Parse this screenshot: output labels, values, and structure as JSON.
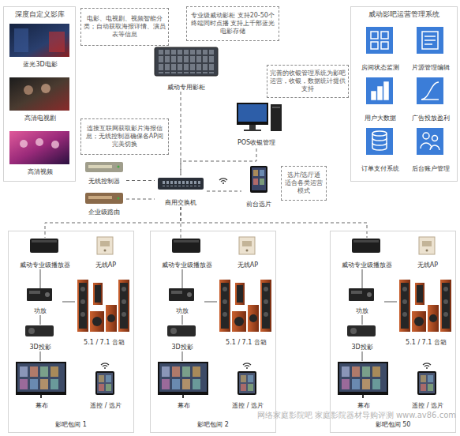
{
  "diagram": {
    "nodes": [
      {
        "text": [
          "深度自定义影库"
        ]
      },
      {
        "text": [
          "蓝光3D电影"
        ],
        "in": 0
      },
      {
        "text": [
          "高清电视剧"
        ],
        "in": 0
      },
      {
        "text": [
          "高清视频"
        ],
        "in": 0
      },
      {
        "text": [
          "电影、电视剧、视频智能分类；自动获取海报详情、演员表等信息"
        ]
      },
      {
        "text": [
          "专业级威动影柜 支持20-50个终端同时点播 支持上千部蓝光电影存储"
        ]
      },
      {
        "text": [
          "威动专用影柜"
        ]
      },
      {
        "text": [
          "完善的收银管理系统为影吧运营，收银，数据统计提供支持"
        ]
      },
      {
        "text": [
          "POS收银管理"
        ]
      },
      {
        "text": [
          "威动影吧运营管理系统"
        ]
      },
      {
        "text": [
          "房间状态监测"
        ],
        "in": 9
      },
      {
        "text": [
          "片源管理编辑"
        ],
        "in": 9
      },
      {
        "text": [
          "用户大数据"
        ],
        "in": 9
      },
      {
        "text": [
          "广告投放盈利"
        ],
        "in": 9
      },
      {
        "text": [
          "订单支付系统"
        ],
        "in": 9
      },
      {
        "text": [
          "后台账户管理"
        ],
        "in": 9
      },
      {
        "text": [
          "连接互联网获取影片海报信息；无线控制器确保各AP间完美切换"
        ]
      },
      {
        "text": [
          "无线控制器"
        ]
      },
      {
        "text": [
          "企业级路由"
        ]
      },
      {
        "text": [
          "商用交换机"
        ]
      },
      {
        "text": [
          "前台选片"
        ]
      },
      {
        "text": [
          "选片/选厅通适合各类运营模式"
        ]
      },
      {
        "text": [
          "影吧包间 1"
        ]
      },
      {
        "text": [
          "威动专业级播放器"
        ],
        "in": 22
      },
      {
        "text": [
          "无线AP"
        ],
        "in": 22
      },
      {
        "text": [
          "功放"
        ],
        "in": 22
      },
      {
        "text": [
          "5.1 / 7.1 音箱"
        ],
        "in": 22
      },
      {
        "text": [
          "3D投影"
        ],
        "in": 22
      },
      {
        "text": [
          "幕布"
        ],
        "in": 22
      },
      {
        "text": [
          "遥控 / 选片"
        ],
        "in": 22
      },
      {
        "text": [
          "影吧包间 2"
        ]
      },
      {
        "text": [
          "威动专业级播放器"
        ],
        "in": 30
      },
      {
        "text": [
          "无线AP"
        ],
        "in": 30
      },
      {
        "text": [
          "功放"
        ],
        "in": 30
      },
      {
        "text": [
          "5.1 / 7.1 音箱"
        ],
        "in": 30
      },
      {
        "text": [
          "3D投影"
        ],
        "in": 30
      },
      {
        "text": [
          "幕布"
        ],
        "in": 30
      },
      {
        "text": [
          "遥控 / 选片"
        ],
        "in": 30
      },
      {
        "text": [
          "影吧包间 50"
        ]
      },
      {
        "text": [
          "威动专业级播放器"
        ],
        "in": 38
      },
      {
        "text": [
          "无线AP"
        ],
        "in": 38
      },
      {
        "text": [
          "功放"
        ],
        "in": 38
      },
      {
        "text": [
          "5.1 / 7.1 音箱"
        ],
        "in": 38
      },
      {
        "text": [
          "3D投影"
        ],
        "in": 38
      },
      {
        "text": [
          "幕布"
        ],
        "in": 38
      },
      {
        "text": [
          "遥控 / 选片"
        ],
        "in": 38
      }
    ],
    "edges": [
      {
        "from": 6,
        "to": 19,
        "arrow": "none"
      },
      {
        "from": 17,
        "to": 19,
        "arrow": "none"
      },
      {
        "from": 18,
        "to": 19,
        "arrow": "none"
      },
      {
        "from": 19,
        "to": 8,
        "arrow": "none"
      },
      {
        "from": 19,
        "to": 20,
        "arrow": "none"
      },
      {
        "from": 19,
        "to": 23,
        "arrow": "none"
      },
      {
        "from": 19,
        "to": 31,
        "arrow": "none"
      },
      {
        "from": 19,
        "to": 39,
        "arrow": "none"
      },
      {
        "from": 23,
        "to": 25,
        "arrow": "none"
      },
      {
        "from": 25,
        "to": 26,
        "arrow": "none"
      },
      {
        "from": 25,
        "to": 27,
        "arrow": "none"
      },
      {
        "from": 27,
        "to": 28,
        "arrow": "none"
      },
      {
        "from": 31,
        "to": 33,
        "arrow": "none"
      },
      {
        "from": 33,
        "to": 34,
        "arrow": "none"
      },
      {
        "from": 33,
        "to": 35,
        "arrow": "none"
      },
      {
        "from": 35,
        "to": 36,
        "arrow": "none"
      },
      {
        "from": 39,
        "to": 41,
        "arrow": "none"
      },
      {
        "from": 41,
        "to": 42,
        "arrow": "none"
      },
      {
        "from": 41,
        "to": 43,
        "arrow": "none"
      },
      {
        "from": 43,
        "to": 44,
        "arrow": "none"
      }
    ],
    "labels": [
      "网络家庭影院吧 家庭影院器材导购评测 www.av86.com"
    ]
  }
}
